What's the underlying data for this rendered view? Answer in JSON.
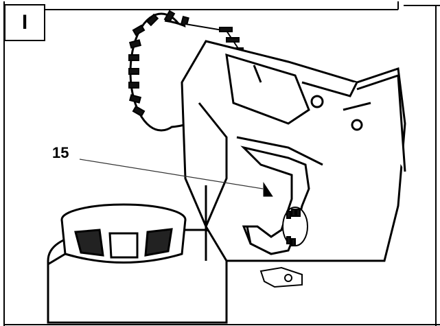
{
  "figure": {
    "panel_label": "I",
    "callouts": [
      {
        "number": "15",
        "target": "trigger-lever"
      }
    ]
  },
  "colors": {
    "ink": "#000000",
    "paper": "#ffffff",
    "rule": "#333333"
  }
}
